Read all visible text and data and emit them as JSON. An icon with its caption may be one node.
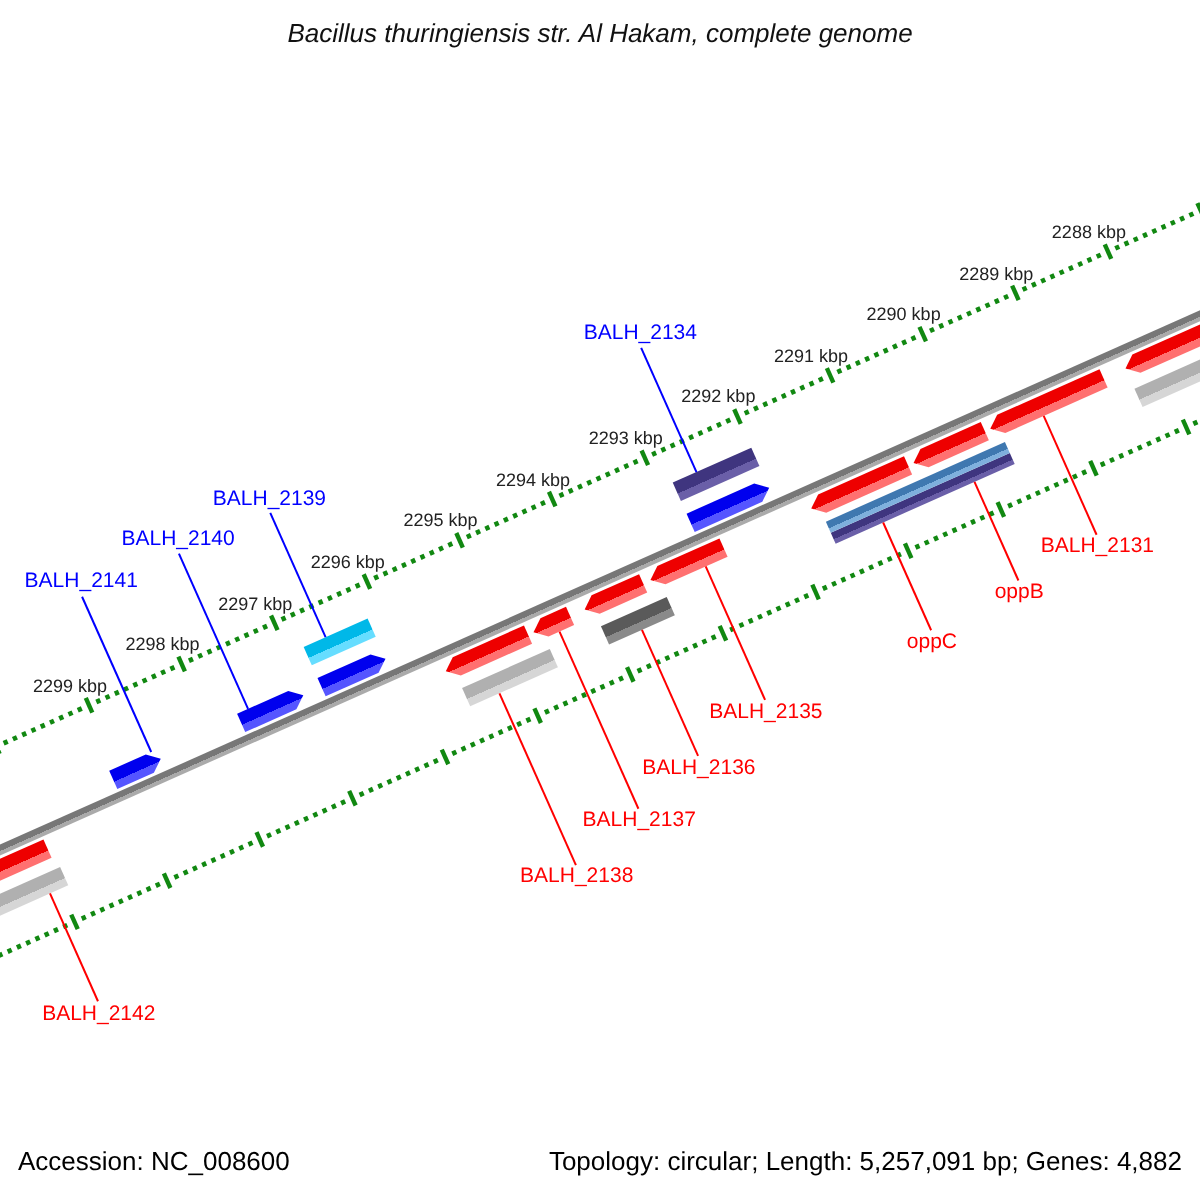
{
  "diagram": {
    "title": "Bacillus thuringiensis str. Al Hakam, complete genome",
    "nodes": [
      {
        "text": [
          "BALH_2134"
        ]
      },
      {
        "text": [
          "BALH_2139"
        ]
      },
      {
        "text": [
          "BALH_2140"
        ]
      },
      {
        "text": [
          "BALH_2141"
        ]
      },
      {
        "text": [
          "BALH_2131"
        ]
      },
      {
        "text": [
          "oppB"
        ]
      },
      {
        "text": [
          "oppC"
        ]
      },
      {
        "text": [
          "BALH_2135"
        ]
      },
      {
        "text": [
          "BALH_2136"
        ]
      },
      {
        "text": [
          "BALH_2137"
        ]
      },
      {
        "text": [
          "BALH_2138"
        ]
      },
      {
        "text": [
          "BALH_2142"
        ]
      },
      {
        "text": [],
        "shape": "bar"
      },
      {
        "text": [],
        "shape": "bar"
      },
      {
        "text": [],
        "shape": "pentagon"
      },
      {
        "text": [],
        "shape": "pentagon"
      },
      {
        "text": [],
        "shape": "pentagon"
      },
      {
        "text": [],
        "shape": "bar"
      },
      {
        "text": [],
        "shape": "pentagon"
      },
      {
        "text": [],
        "shape": "bar"
      },
      {
        "text": [],
        "shape": "pentagon"
      },
      {
        "text": [],
        "shape": "bar"
      },
      {
        "text": [],
        "shape": "bar"
      },
      {
        "text": [],
        "shape": "pentagon"
      },
      {
        "text": [],
        "shape": "pentagon"
      },
      {
        "text": [],
        "shape": "pentagon"
      },
      {
        "text": [],
        "shape": "pentagon"
      },
      {
        "text": [],
        "shape": "pentagon"
      },
      {
        "text": [],
        "shape": "pentagon"
      },
      {
        "text": [],
        "shape": "bar"
      },
      {
        "text": [],
        "shape": "pentagon"
      },
      {
        "text": [],
        "shape": "pentagon"
      },
      {
        "text": [],
        "shape": "bar"
      }
    ],
    "edges": [
      {
        "from": 0,
        "to": 12,
        "arrow": "none",
        "color": "#0000ff"
      },
      {
        "from": 1,
        "to": 13,
        "arrow": "none",
        "color": "#0000ff"
      },
      {
        "from": 2,
        "to": 14,
        "arrow": "none",
        "color": "#0000ff"
      },
      {
        "from": 3,
        "to": 15,
        "arrow": "none",
        "color": "#0000ff"
      },
      {
        "from": 4,
        "to": 16,
        "arrow": "none"
      },
      {
        "from": 5,
        "to": 17,
        "arrow": "none"
      },
      {
        "from": 6,
        "to": 17,
        "arrow": "none"
      },
      {
        "from": 7,
        "to": 18,
        "arrow": "none"
      },
      {
        "from": 8,
        "to": 19,
        "arrow": "none"
      },
      {
        "from": 9,
        "to": 20,
        "arrow": "none"
      },
      {
        "from": 10,
        "to": 21,
        "arrow": "none"
      },
      {
        "from": 11,
        "to": 22,
        "arrow": "none"
      }
    ],
    "labels": [
      "2288 kbp",
      "2289 kbp",
      "2290 kbp",
      "2291 kbp",
      "2292 kbp",
      "2293 kbp",
      "2294 kbp",
      "2295 kbp",
      "2296 kbp",
      "2297 kbp",
      "2298 kbp",
      "2299 kbp",
      "Accession: NC_008600",
      "Topology: circular; Length: 5,257,091 bp; Genes: 4,882"
    ]
  }
}
